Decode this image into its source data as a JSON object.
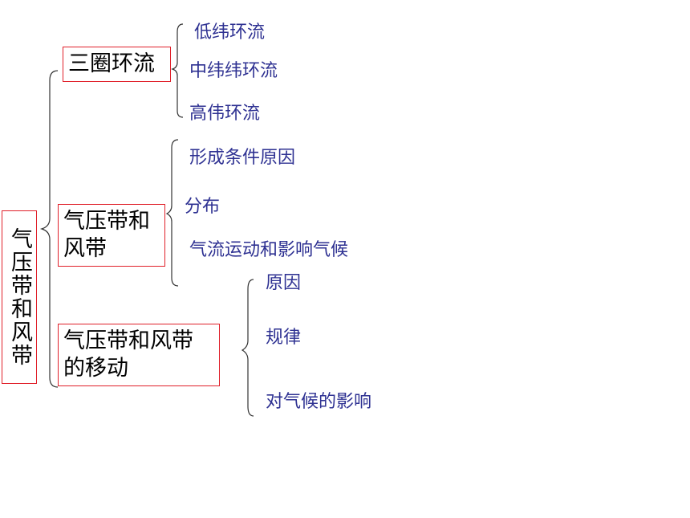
{
  "root": {
    "label": "气压带和风带"
  },
  "branches": [
    {
      "label": "三圈环流",
      "children": [
        "低纬环流",
        "中纬纬环流",
        "高伟环流"
      ]
    },
    {
      "label": "气压带和风带",
      "children": [
        "形成条件原因",
        "分布",
        "气流运动和影响气候"
      ]
    },
    {
      "label": "气压带和风带的移动",
      "children": [
        "原因",
        "规律",
        "对气候的影响"
      ]
    }
  ]
}
